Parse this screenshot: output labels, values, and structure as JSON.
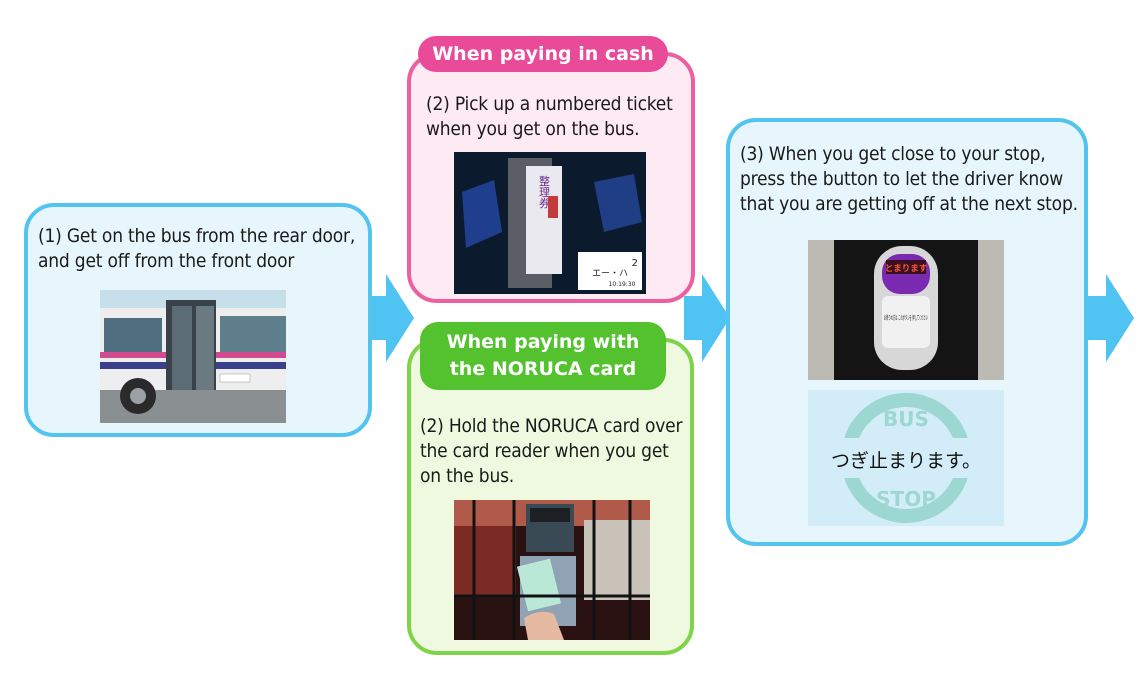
{
  "steps": {
    "step1": {
      "text_line1": "(1) Get on the bus from the rear door,",
      "text_line2": "and get off from the front door"
    },
    "cash": {
      "tag": "When paying in cash",
      "text_line1": "(2) Pick up a numbered ticket",
      "text_line2": "when you get on the bus.",
      "ticket": {
        "label": "整理券",
        "number": "2",
        "station": "エー・ハ",
        "time": "10:19:30"
      }
    },
    "card": {
      "tag_line1": "When paying with",
      "tag_line2": "the NORUCA card",
      "text_line1": "(2) Hold the NORUCA card over",
      "text_line2": "the card reader when you get",
      "text_line3": "on the bus."
    },
    "step3": {
      "text_line1": "(3) When you get close to your stop,",
      "text_line2": "press the button to let the driver know",
      "text_line3": "that you are getting off at the next stop.",
      "button_display": "とまります",
      "button_label": "お降りの方は このボタンを 押してください",
      "sign_top": "BUS",
      "sign_bottom": "STOP",
      "sign_message": "つぎ止まります。"
    }
  },
  "colors": {
    "blue": "#52c4ee",
    "pink": "#ea4b98",
    "green": "#54c12f",
    "arrow": "#4fc3f2"
  }
}
